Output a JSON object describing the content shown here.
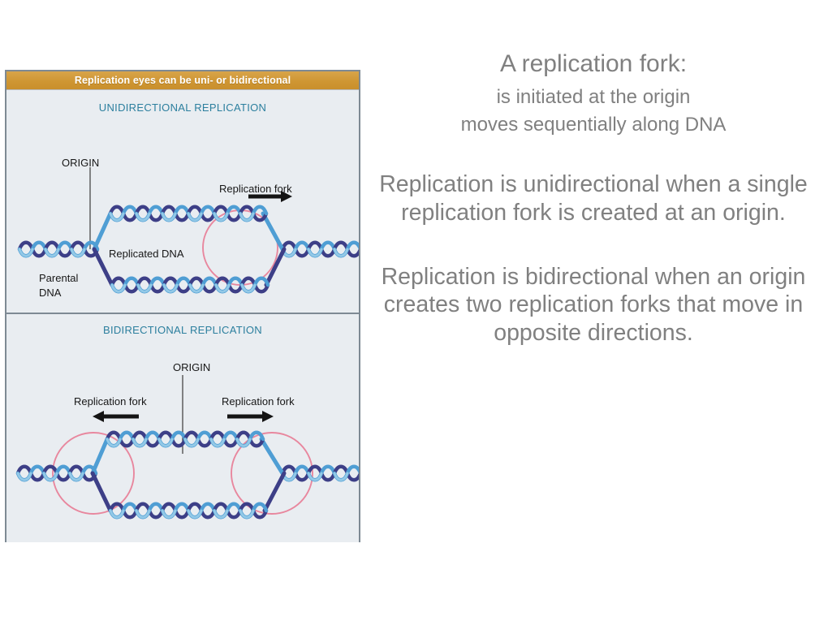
{
  "slide": {
    "background_color": "#ffffff",
    "body_text_color": "#808080"
  },
  "figure": {
    "header_title": "Replication eyes can be uni- or bidirectional",
    "header_color": "#cf9633",
    "panel_background": "#e9edf1",
    "border_color": "#7e8a94",
    "title_color": "#2c7f9e",
    "helix_dark_color": "#3d3f87",
    "helix_light_color": "#4f9ed4",
    "fork_circle_color": "#e8879e",
    "arrow_color": "#1a1a1a",
    "panels": [
      {
        "id": "unidirectional",
        "title": "UNIDIRECTIONAL REPLICATION",
        "labels": {
          "origin": "ORIGIN",
          "replication_fork": "Replication fork",
          "replicated_dna": "Replicated DNA",
          "parental_dna_line1": "Parental",
          "parental_dna_line2": "DNA"
        }
      },
      {
        "id": "bidirectional",
        "title": "BIDIRECTIONAL REPLICATION",
        "labels": {
          "origin": "ORIGIN",
          "replication_fork_left": "Replication fork",
          "replication_fork_right": "Replication fork"
        }
      }
    ]
  },
  "text": {
    "heading": "A replication fork:",
    "bullets": [
      "is initiated at the origin",
      "moves sequentially along DNA"
    ],
    "paragraphs": [
      "Replication is unidirectional when a single replication fork is created at an origin.",
      "Replication is bidirectional when an origin creates two replication forks that move in opposite directions."
    ]
  }
}
